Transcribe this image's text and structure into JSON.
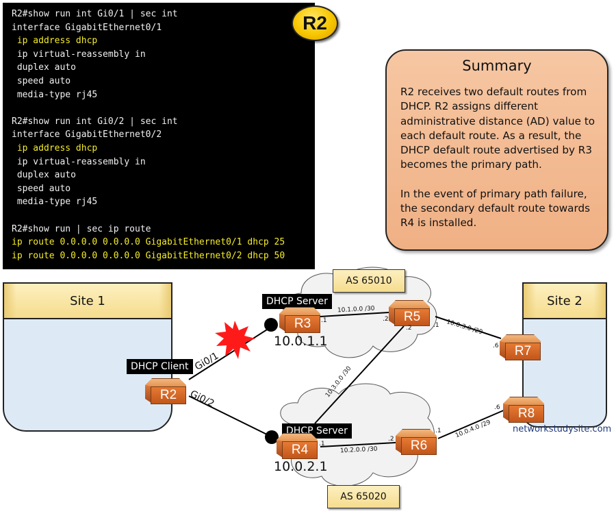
{
  "terminal": {
    "lines": [
      {
        "text": "R2#show run int Gi0/1 | sec int",
        "highlight": false
      },
      {
        "text": "interface GigabitEthernet0/1",
        "highlight": false
      },
      {
        "text": " ip address dhcp",
        "highlight": true
      },
      {
        "text": " ip virtual-reassembly in",
        "highlight": false
      },
      {
        "text": " duplex auto",
        "highlight": false
      },
      {
        "text": " speed auto",
        "highlight": false
      },
      {
        "text": " media-type rj45",
        "highlight": false
      },
      {
        "text": "",
        "highlight": false
      },
      {
        "text": "R2#show run int Gi0/2 | sec int",
        "highlight": false
      },
      {
        "text": "interface GigabitEthernet0/2",
        "highlight": false
      },
      {
        "text": " ip address dhcp",
        "highlight": true
      },
      {
        "text": " ip virtual-reassembly in",
        "highlight": false
      },
      {
        "text": " duplex auto",
        "highlight": false
      },
      {
        "text": " speed auto",
        "highlight": false
      },
      {
        "text": " media-type rj45",
        "highlight": false
      },
      {
        "text": "",
        "highlight": false
      },
      {
        "text": "R2#show run | sec ip route",
        "highlight": false
      },
      {
        "text": "ip route 0.0.0.0 0.0.0.0 GigabitEthernet0/1 dhcp 25",
        "highlight": true
      },
      {
        "text": "ip route 0.0.0.0 0.0.0.0 GigabitEthernet0/2 dhcp 50",
        "highlight": true
      }
    ],
    "highlight_color": "#f5ec2a"
  },
  "badge": {
    "label": "R2"
  },
  "summary": {
    "title": "Summary",
    "paragraphs": [
      "R2 receives two default routes from DHCP. R2 assigns different administrative distance (AD) value to each default route. As a result, the DHCP default route advertised by R3 becomes the primary path.",
      "In the event of primary path failure, the secondary default route towards R4 is installed."
    ]
  },
  "sites": {
    "site1": "Site 1",
    "site2": "Site 2"
  },
  "as_labels": {
    "top": "AS 65010",
    "bottom": "AS 65020"
  },
  "tags": {
    "client": "DHCP Client",
    "server_r3": "DHCP Server",
    "server_r4": "DHCP Server"
  },
  "routers": {
    "r2": "R2",
    "r3": "R3",
    "r4": "R4",
    "r5": "R5",
    "r6": "R6",
    "r7": "R7",
    "r8": "R8"
  },
  "addresses": {
    "r3_ip": "10.0.1.1",
    "r4_ip": "10.0.2.1"
  },
  "interfaces": {
    "gi01": "Gi0/1",
    "gi02": "Gi0/2"
  },
  "subnets": {
    "r3_r5": "10.1.0.0 /30",
    "r4_r6": "10.2.0.0 /30",
    "r4_r5": "10.3.0.0 /30",
    "r5_r7": "10.0.3.0 /29",
    "r6_r8": "10.0.4.0 /29"
  },
  "host_octets": {
    "r3_r5_a": ".1",
    "r3_r5_b": ".2",
    "r5_r4_a": ".2",
    "r4_r6_a": ".1",
    "r4_r6_b": ".2",
    "r5_r7_a": ".1",
    "r5_r7_b": ".6",
    "r6_r8_a": ".1",
    "r6_r8_b": ".6"
  },
  "failure": {
    "link": "R2 Gi0/1 to R3",
    "color": "#ff1a1a"
  },
  "watermark": "networkstudysite.com"
}
